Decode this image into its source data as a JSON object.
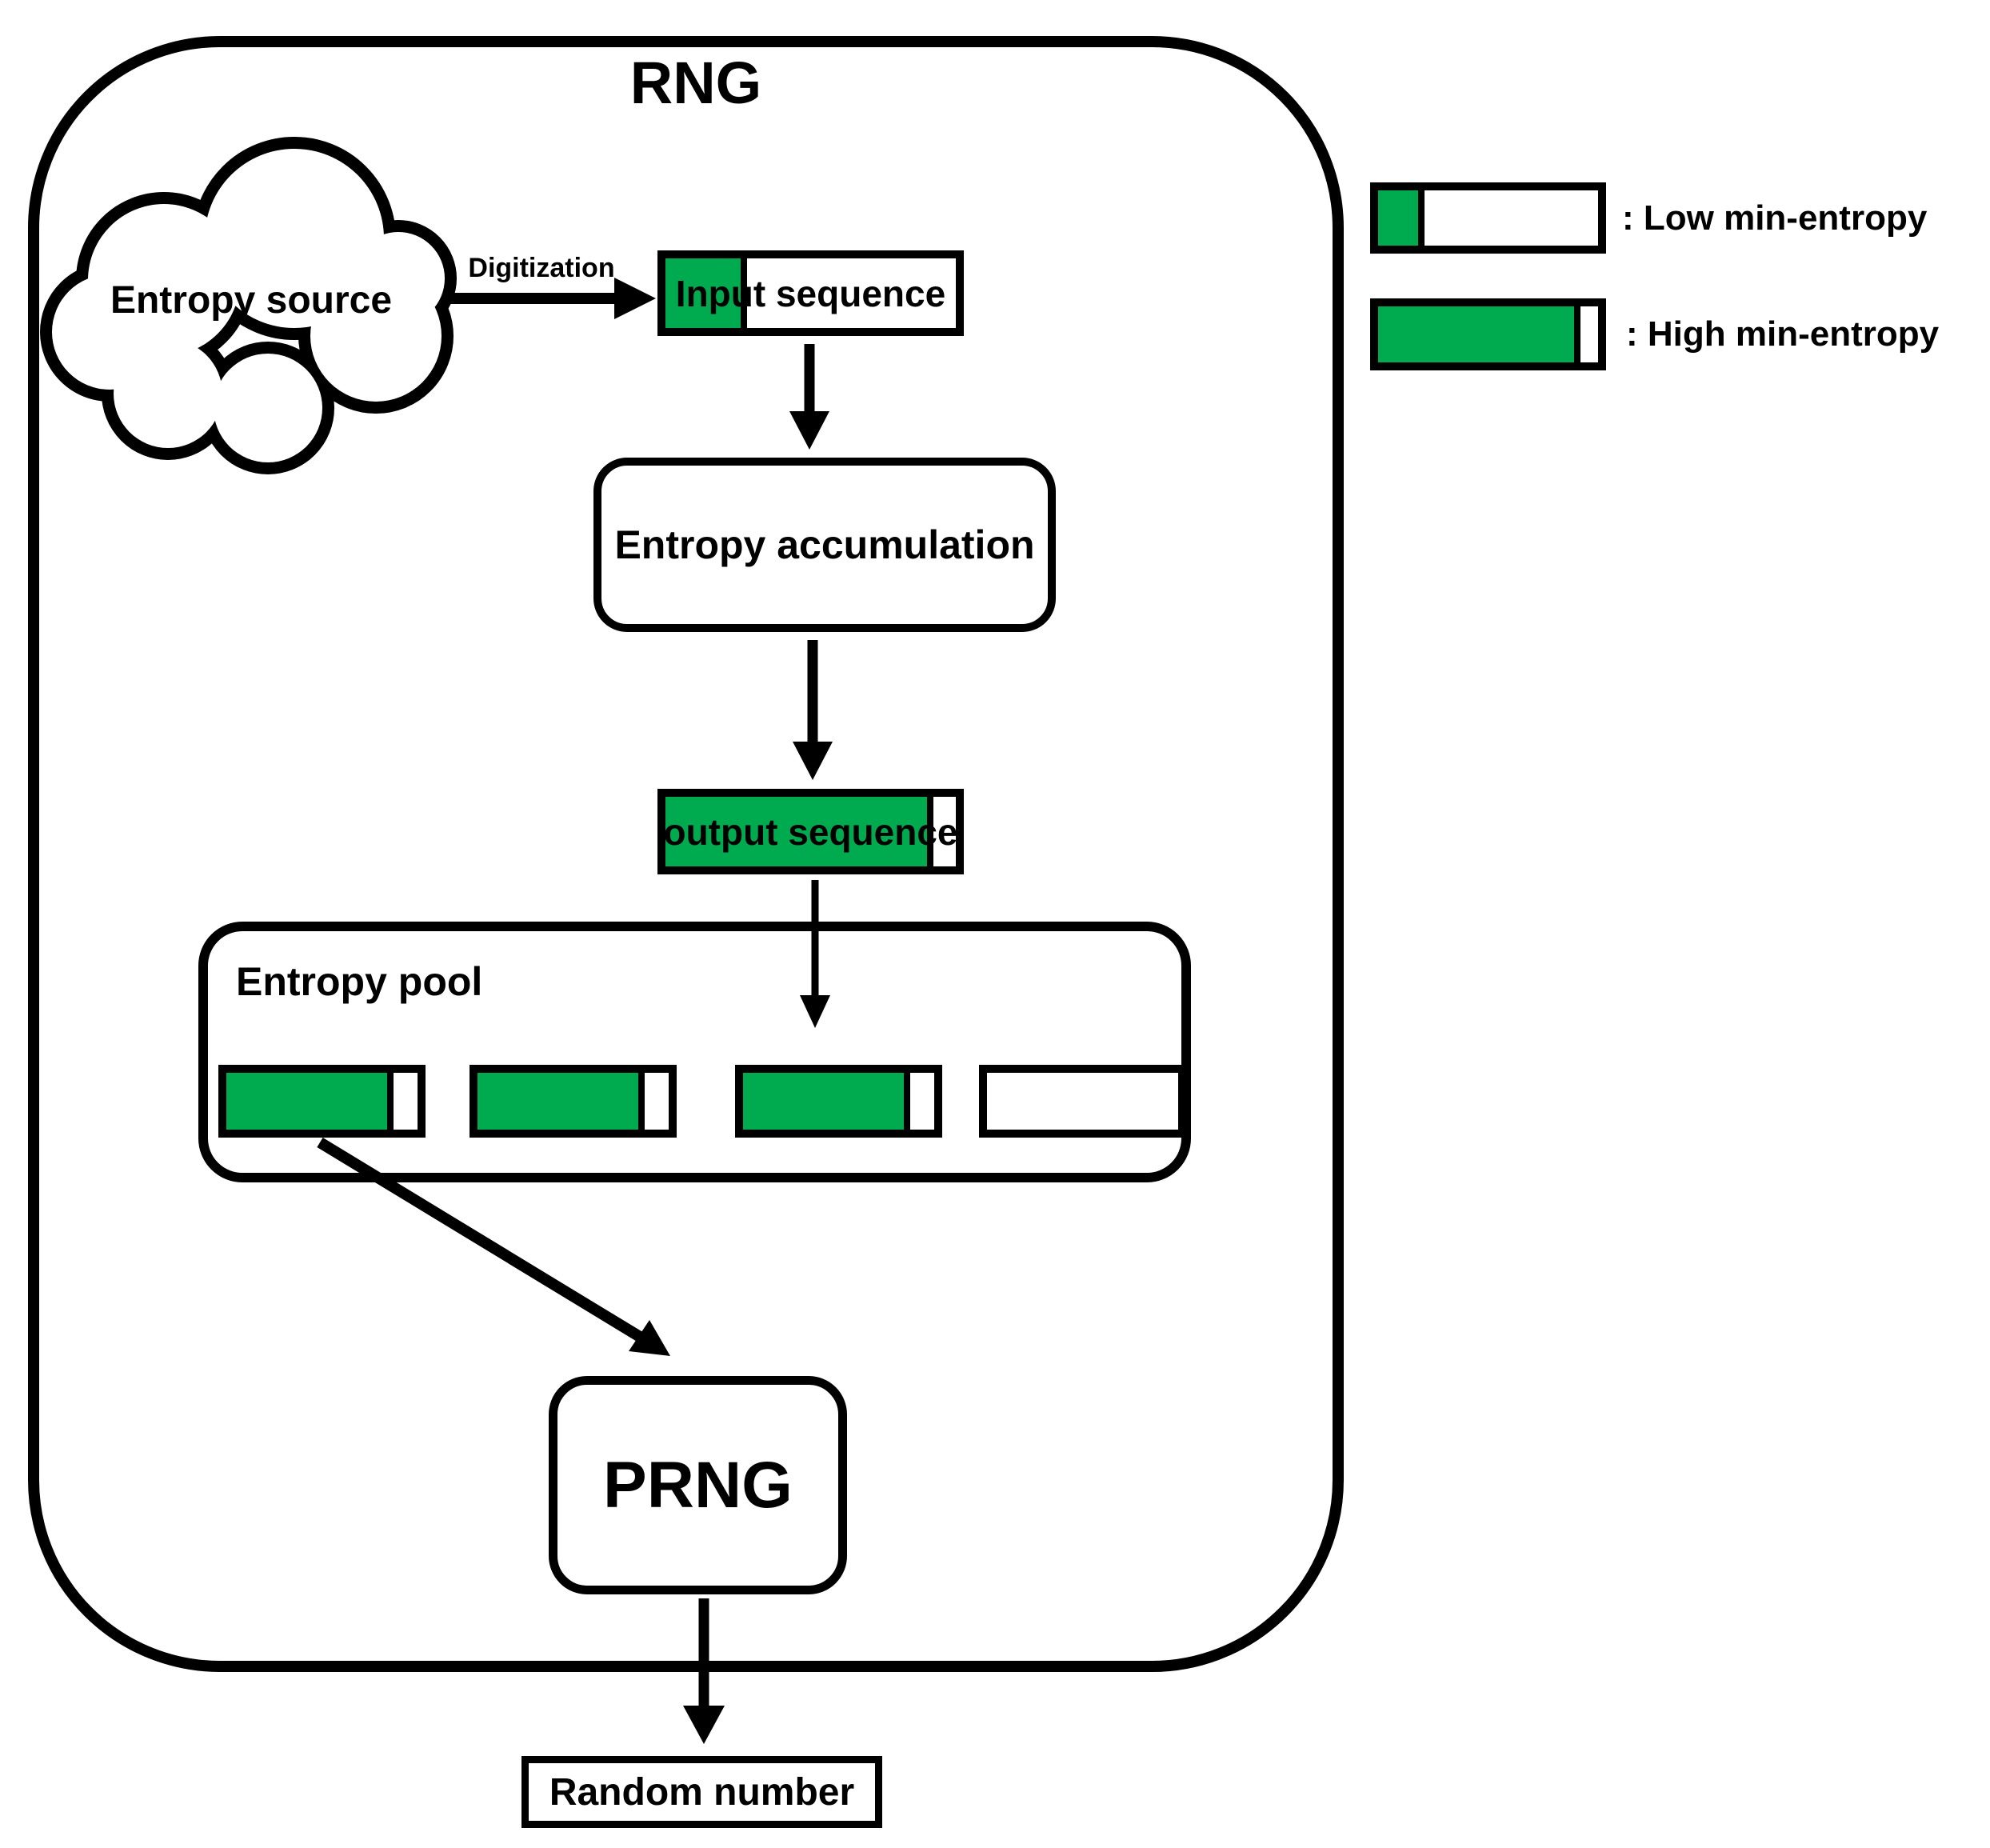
{
  "title": "RNG",
  "cloud": {
    "label": "Entropy source"
  },
  "digitization_label": "Digitization",
  "input_sequence": {
    "label": "Input sequence",
    "fill_level": "low"
  },
  "entropy_accumulation": {
    "label": "Entropy accumulation"
  },
  "output_sequence": {
    "label": "output sequence",
    "fill_level": "high"
  },
  "entropy_pool": {
    "label": "Entropy pool",
    "cells": [
      {
        "min_entropy": "high"
      },
      {
        "min_entropy": "high"
      },
      {
        "min_entropy": "high"
      },
      {
        "min_entropy": "empty"
      }
    ]
  },
  "prng": {
    "label": "PRNG"
  },
  "random_number": {
    "label": "Random number"
  },
  "legend": {
    "items": [
      {
        "swatch": "low",
        "label": ": Low min-entropy"
      },
      {
        "swatch": "high",
        "label": ": High min-entropy"
      }
    ]
  },
  "colors": {
    "high_entropy_green": "#00AB4F",
    "stroke_black": "#000000",
    "background": "#FFFFFF"
  }
}
